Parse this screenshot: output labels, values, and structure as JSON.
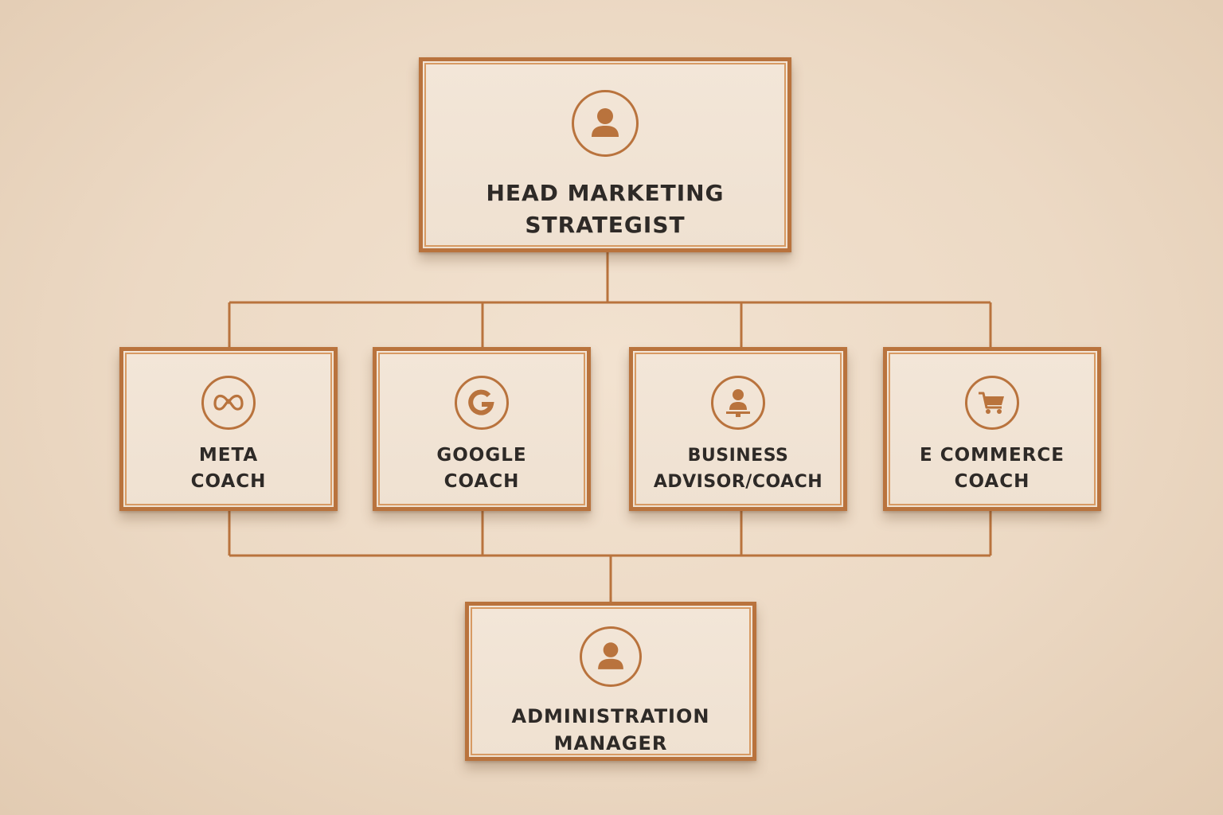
{
  "chart": {
    "colors": {
      "accent": "#b9733d",
      "text": "#2e2a27",
      "background": "#ecd9c4"
    },
    "head": {
      "line1": "HEAD MARKETING",
      "line2": "STRATEGIST",
      "icon": "person-icon"
    },
    "coaches": [
      {
        "line1": "META",
        "line2": "COACH",
        "icon": "meta-infinity-icon"
      },
      {
        "line1": "GOOGLE",
        "line2": "COACH",
        "icon": "google-g-icon"
      },
      {
        "line1": "BUSINESS",
        "line2": "ADVISOR/COACH",
        "icon": "person-at-desk-icon"
      },
      {
        "line1": "E COMMERCE",
        "line2": "COACH",
        "icon": "shopping-cart-icon"
      }
    ],
    "admin": {
      "line1": "ADMINISTRATION",
      "line2": "MANAGER",
      "icon": "person-icon"
    }
  }
}
